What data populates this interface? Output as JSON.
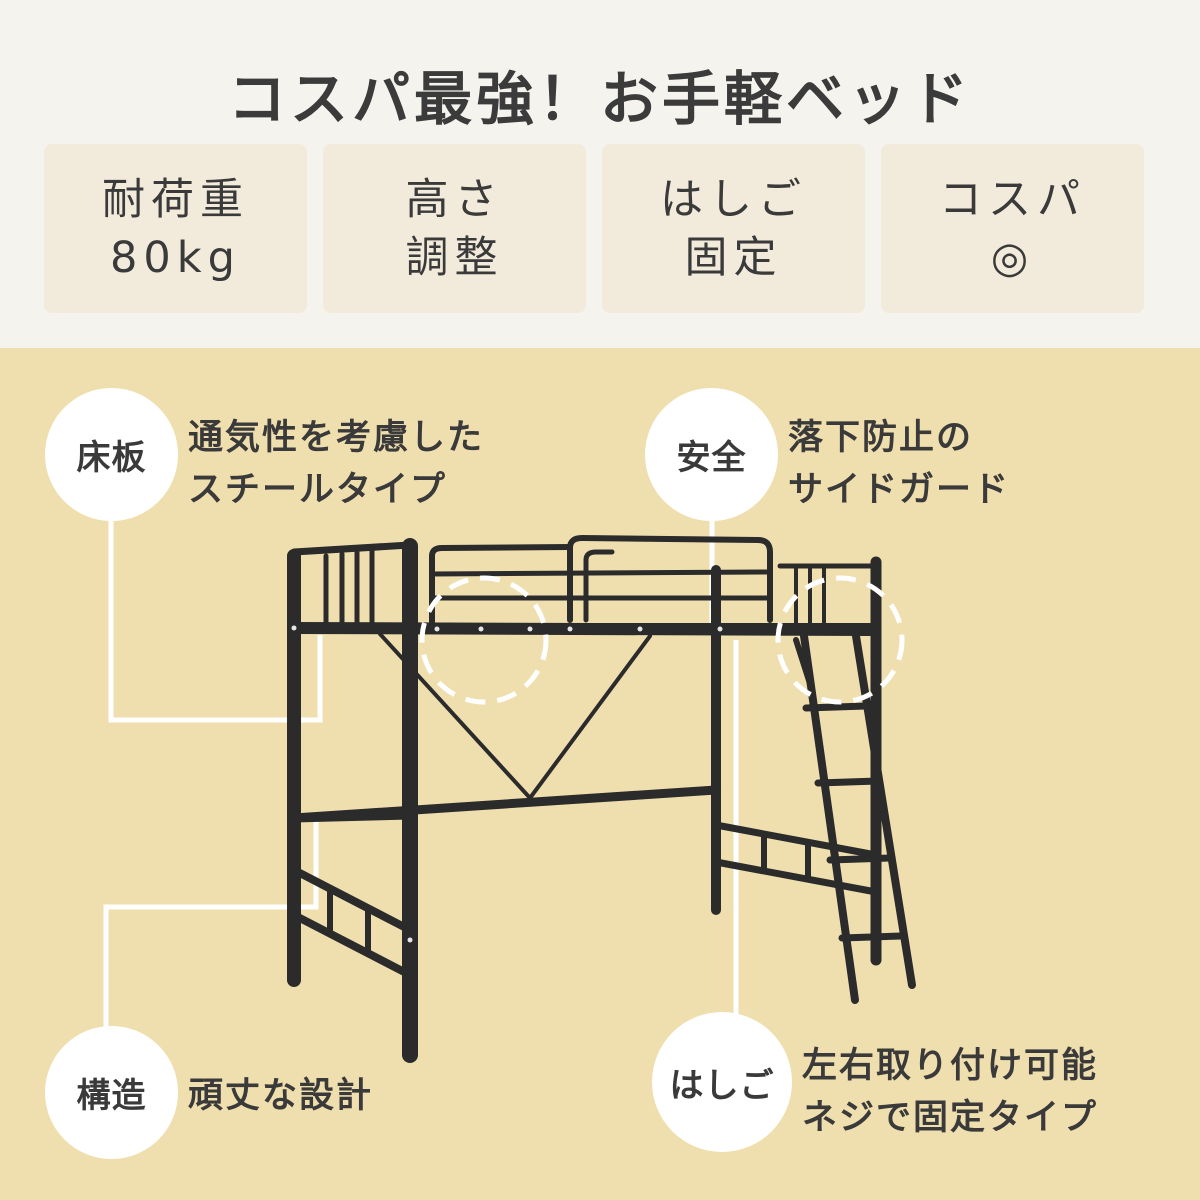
{
  "headline": "コスパ最強！お手軽ベッド",
  "features": [
    {
      "line1": "耐荷重",
      "line2": "80kg"
    },
    {
      "line1": "高さ",
      "line2": "調整"
    },
    {
      "line1": "はしご",
      "line2": "固定"
    },
    {
      "line1": "コスパ",
      "line2": "◎"
    }
  ],
  "callouts": {
    "floor": {
      "badge": "床板",
      "line1": "通気性を考慮した",
      "line2": "スチールタイプ"
    },
    "safety": {
      "badge": "安全",
      "line1": "落下防止の",
      "line2": "サイドガード"
    },
    "structure": {
      "badge": "構造",
      "line1": "頑丈な設計"
    },
    "ladder": {
      "badge": "はしご",
      "line1": "左右取り付け可能",
      "line2": "ネジで固定タイプ"
    }
  },
  "colors": {
    "top_background": "#f5f3ee",
    "feature_card": "#f2ebdc",
    "bottom_background": "#f0dfae",
    "frame": "#2a2a2a",
    "leader_line": "#ffffff"
  }
}
